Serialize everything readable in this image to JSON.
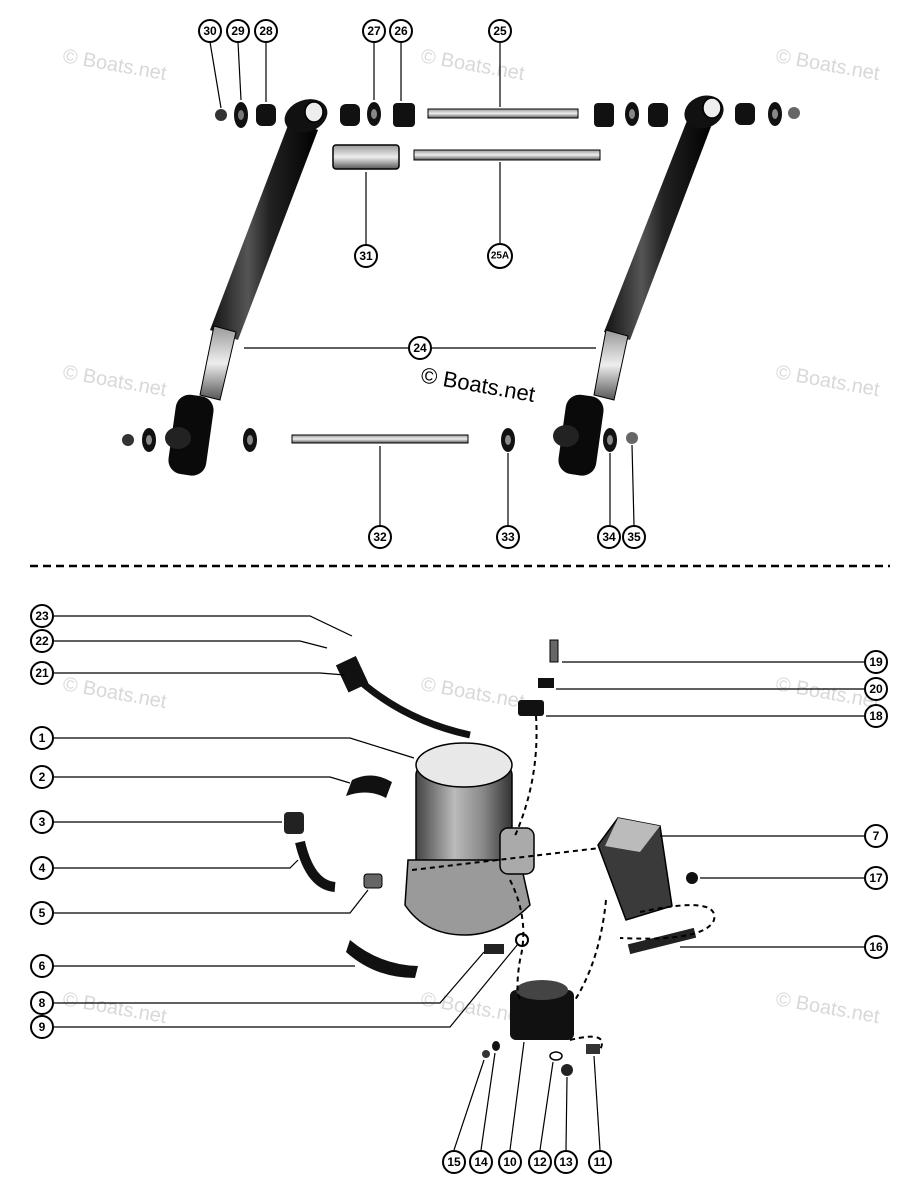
{
  "watermark": {
    "text": "© Boats.net",
    "main_text": "© Boats.net"
  },
  "callouts": {
    "c1": "1",
    "c2": "2",
    "c3": "3",
    "c4": "4",
    "c5": "5",
    "c6": "6",
    "c7": "7",
    "c8": "8",
    "c9": "9",
    "c10": "10",
    "c11": "11",
    "c12": "12",
    "c13": "13",
    "c14": "14",
    "c15": "15",
    "c16": "16",
    "c17": "17",
    "c18": "18",
    "c19": "19",
    "c20": "20",
    "c21": "21",
    "c22": "22",
    "c23": "23",
    "c24": "24",
    "c25": "25",
    "c25a": "25A",
    "c26": "26",
    "c27": "27",
    "c28": "28",
    "c29": "29",
    "c30": "30",
    "c31": "31",
    "c32": "32",
    "c33": "33",
    "c34": "34",
    "c35": "35"
  }
}
